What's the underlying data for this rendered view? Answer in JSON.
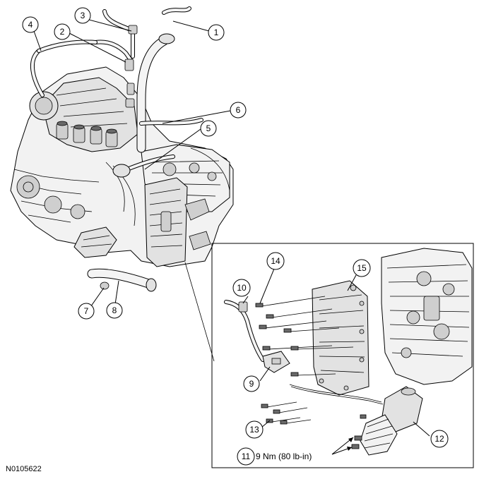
{
  "figure_id": "N0105622",
  "callouts": [
    {
      "label": "1"
    },
    {
      "label": "2"
    },
    {
      "label": "3"
    },
    {
      "label": "4"
    },
    {
      "label": "5"
    },
    {
      "label": "6"
    },
    {
      "label": "7"
    },
    {
      "label": "8"
    },
    {
      "label": "9"
    },
    {
      "label": "10"
    },
    {
      "label": "11"
    },
    {
      "label": "12"
    },
    {
      "label": "13"
    },
    {
      "label": "14"
    },
    {
      "label": "15"
    }
  ],
  "torque_note": "9 Nm (80 lb-in)"
}
